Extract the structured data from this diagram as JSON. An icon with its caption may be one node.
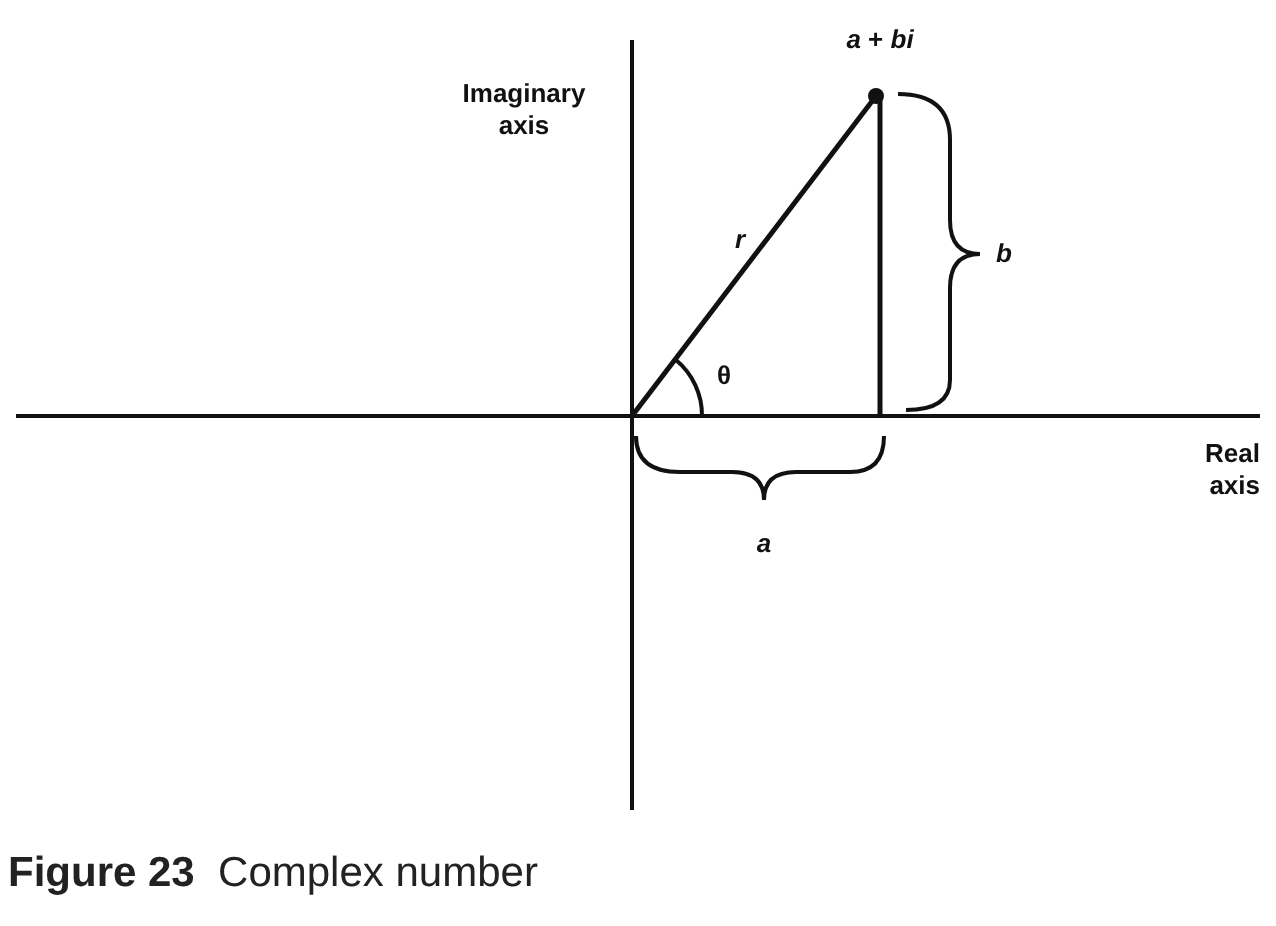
{
  "diagram": {
    "caption": "**Figure 23**  Complex number",
    "labels": [
      "Imaginary axis",
      "*a* + *bi*",
      "r",
      "b",
      "θ",
      "Real axis",
      "a"
    ]
  }
}
